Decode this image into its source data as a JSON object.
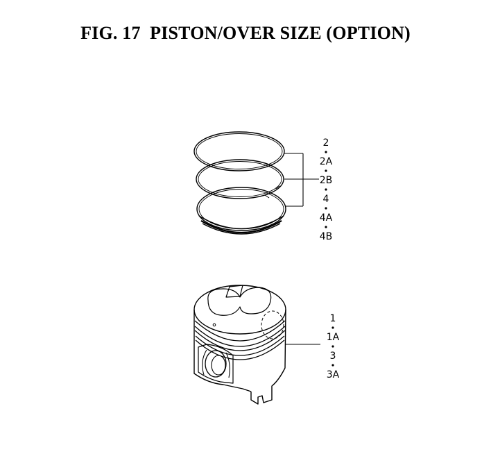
{
  "figure": {
    "title": "FIG. 17  PISTON/OVER SIZE (OPTION)"
  },
  "callouts": {
    "rings": [
      "2",
      "2A",
      "2B",
      "4",
      "4A",
      "4B"
    ],
    "piston": [
      "1",
      "1A",
      "3",
      "3A"
    ]
  },
  "colors": {
    "line": "#000000",
    "background": "#ffffff"
  }
}
